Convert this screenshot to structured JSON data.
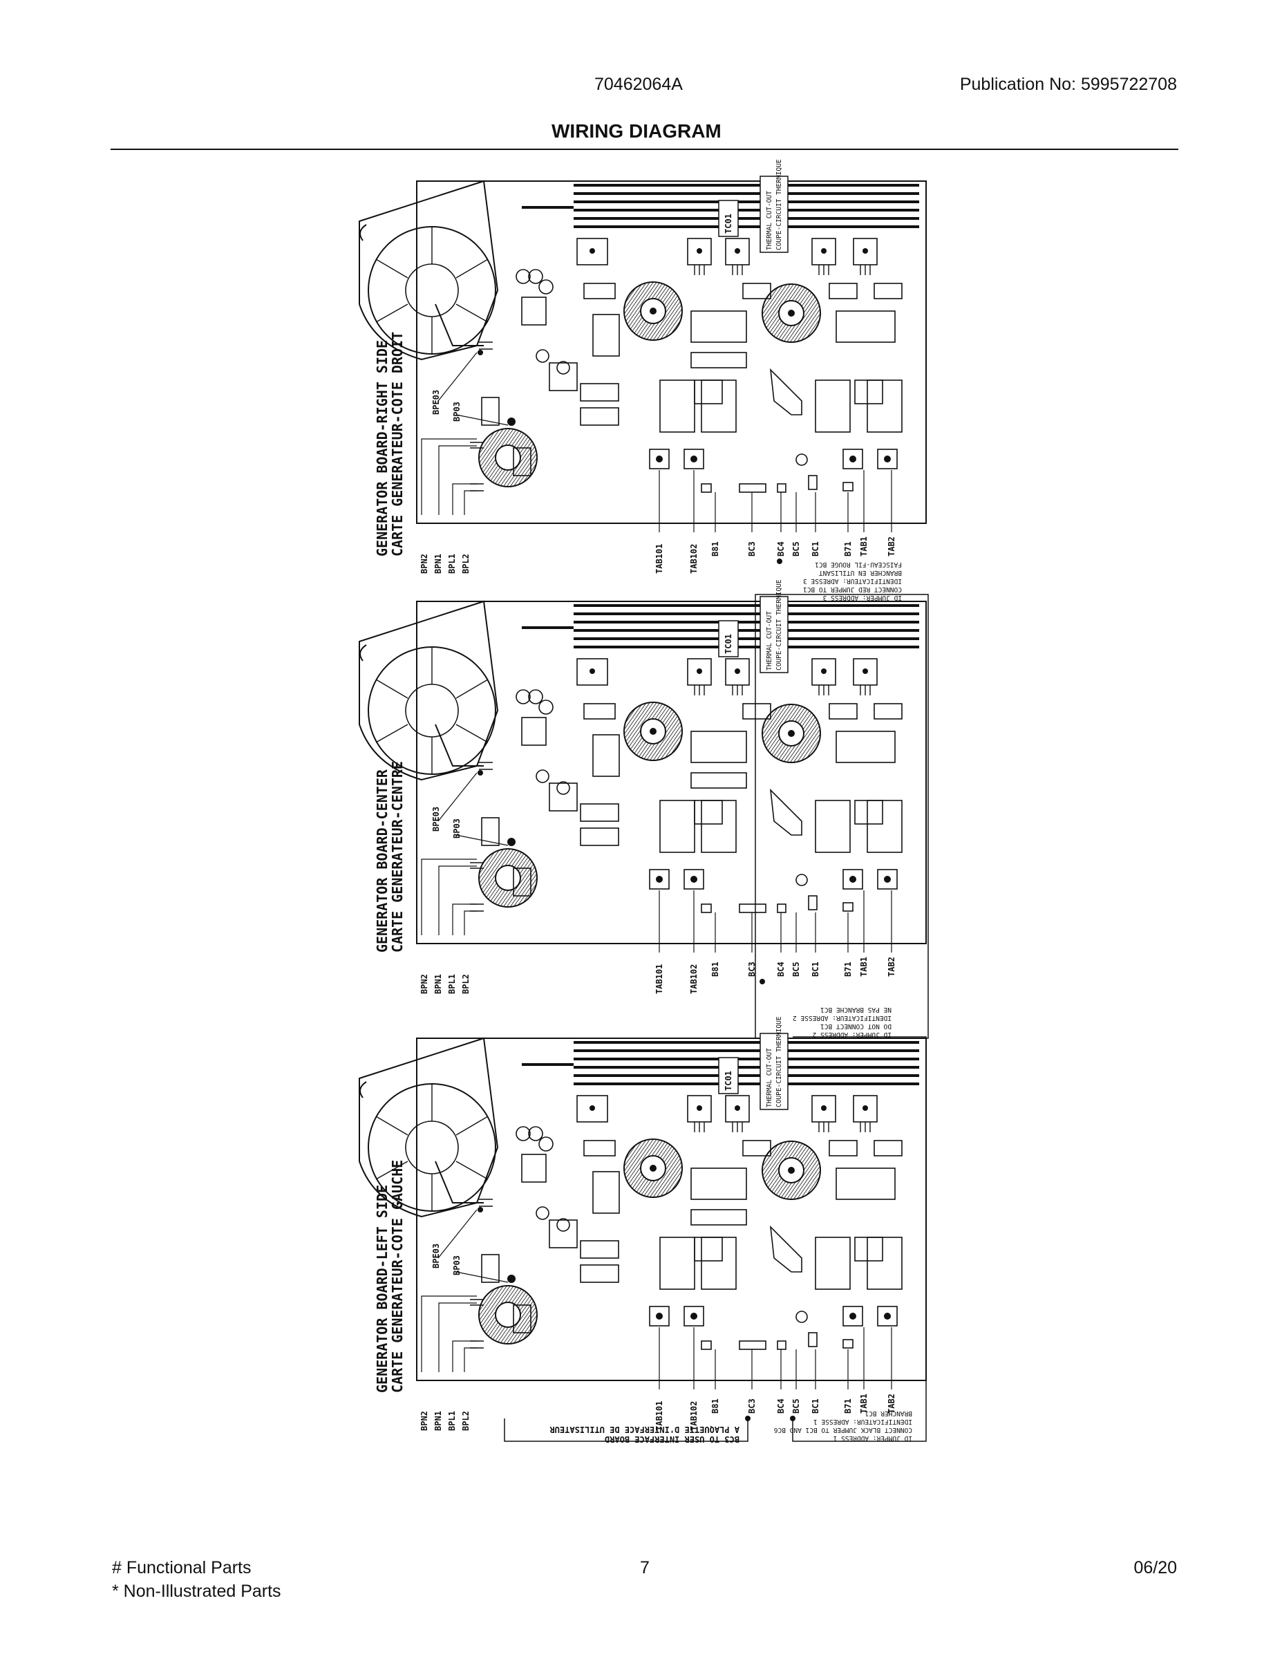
{
  "header": {
    "model": "70462064A",
    "publication_label": "Publication No:",
    "publication_number": "5995722708"
  },
  "title": "WIRING DIAGRAM",
  "boards": [
    {
      "title_en": "GENERATOR BOARD-RIGHT SIDE",
      "title_fr": "CARTE GENERATEUR-COTE DROIT",
      "note": [
        "ID JUMPER: ADDRESS 3",
        "CONNECT RED JUMPER TO BC1",
        "IDENTIFICATEUR: ADRESSE 3",
        "BRANCHER EN UTILISANT",
        "FAISCEAU-FIL ROUGE BC1"
      ]
    },
    {
      "title_en": "GENERATOR BOARD-CENTER",
      "title_fr": "CARTE GENERATEUR-CENTRE",
      "note": [
        "ID JUMPER: ADDRESS 2",
        "DO NOT CONNECT BC1",
        "IDENTIFICATEUR: ADRESSE 2",
        "NE PAS BRANCHE BC1"
      ]
    },
    {
      "title_en": "GENERATOR BOARD-LEFT SIDE",
      "title_fr": "CARTE GENERATEUR-COTE GAUCHE",
      "note": [
        "ID JUMPER: ADDRESS 1",
        "CONNECT BLACK JUMPER TO BC1 AND BC6",
        "IDENTIFICATEUR: ADRESSE 1",
        "BRANCHER BC1"
      ],
      "extra_note": [
        "BC3 TO USER INTERFACE BOARD",
        "A PLAQUETTE D'INTERFACE DE UTILISATEUR"
      ]
    }
  ],
  "board_labels": {
    "tc": "TC01",
    "thermal_en": "THERMAL CUT-OUT",
    "thermal_fr": "COUPE-CIRCUIT THERMIQUE",
    "bpe": "BPE03",
    "bp": "BP03",
    "left_terms": [
      "BPN2",
      "BPN1",
      "BPL1",
      "BPL2"
    ],
    "bottom_terms": [
      "TAB101",
      "TAB102",
      "B81",
      "BC3",
      "BC4",
      "BC5",
      "BC1",
      "B71",
      "TAB1",
      "TAB2"
    ]
  },
  "footer": {
    "functional": "# Functional Parts",
    "non_illustrated": "* Non-Illustrated Parts",
    "page": "7",
    "date": "06/20"
  }
}
